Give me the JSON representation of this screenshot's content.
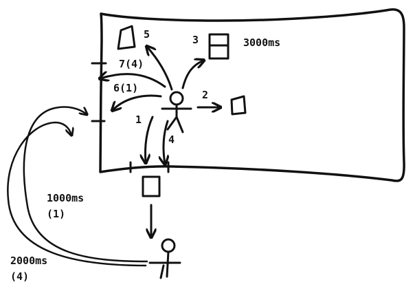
{
  "colors": {
    "ink": "#111111",
    "background": "#ffffff"
  },
  "arrow_labels": {
    "a1": "1",
    "a2": "2",
    "a3": "3",
    "a4": "4",
    "a5": "5",
    "a6": "6(1)",
    "a7": "7(4)"
  },
  "timings": {
    "box3": "3000ms",
    "loop_inner_value": "1000ms",
    "loop_inner_id": "(1)",
    "loop_outer_value": "2000ms",
    "loop_outer_id": "(4)"
  },
  "icons": [
    "stick-figure",
    "box",
    "window-box"
  ]
}
